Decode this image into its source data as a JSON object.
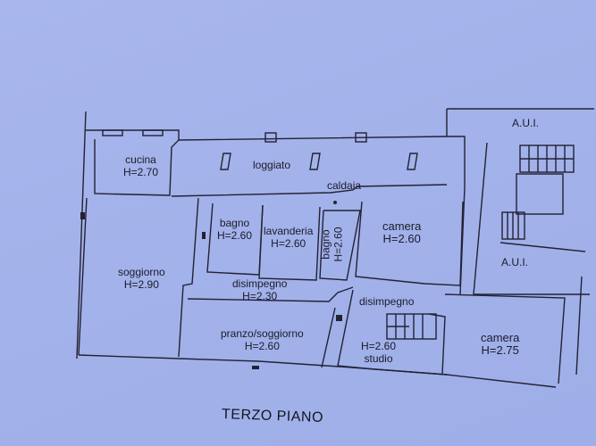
{
  "plan": {
    "floor_title": "TERZO PIANO",
    "rooms": {
      "cucina": {
        "name": "cucina",
        "height": "H=2.70"
      },
      "loggiato": {
        "name": "loggiato"
      },
      "caldaia": {
        "name": "caldaia"
      },
      "bagno1": {
        "name": "bagno",
        "height": "H=2.60"
      },
      "lavanderia": {
        "name": "lavanderia",
        "height": "H=2.60"
      },
      "bagno2": {
        "name": "bagno",
        "height": "H=2.60"
      },
      "camera1": {
        "name": "camera",
        "height": "H=2.60"
      },
      "soggiorno": {
        "name": "soggiorno",
        "height": "H=2.90"
      },
      "disimpegno1": {
        "name": "disimpegno",
        "height": "H=2.30"
      },
      "disimpegno2": {
        "name": "disimpegno"
      },
      "pranzo": {
        "name": "pranzo/soggiorno",
        "height": "H=2.60"
      },
      "studio": {
        "name": "studio",
        "height": "H=2.60"
      },
      "camera2": {
        "name": "camera",
        "height": "H=2.75"
      },
      "aui_top": {
        "name": "A.U.I."
      },
      "aui_bottom": {
        "name": "A.U.I."
      }
    }
  },
  "colors": {
    "paper": "#a7b4ec",
    "ink": "#1b1b28"
  }
}
